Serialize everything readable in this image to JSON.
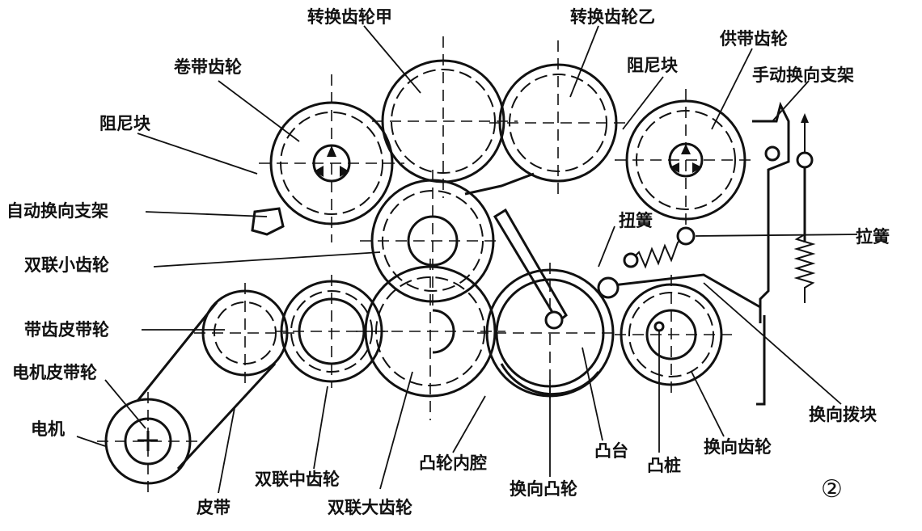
{
  "labels": {
    "gear_a": "转换齿轮甲",
    "gear_b": "转换齿轮乙",
    "takeup_gear": "卷带齿轮",
    "damper_left": "阻尼块",
    "damper_right": "阻尼块",
    "supply_gear": "供带齿轮",
    "manual_bracket": "手动换向支架",
    "auto_bracket": "自动换向支架",
    "torsion_spring": "扭簧",
    "tension_spring": "拉簧",
    "double_small": "双联小齿轮",
    "toothed_pulley": "带齿皮带轮",
    "motor_pulley": "电机皮带轮",
    "motor": "电机",
    "belt": "皮带",
    "double_mid": "双联中齿轮",
    "double_big": "双联大齿轮",
    "cam_cavity": "凸轮内腔",
    "reverse_cam": "换向凸轮",
    "boss": "凸台",
    "pin": "凸桩",
    "reverse_gear": "换向齿轮",
    "reverse_lever": "换向拨块",
    "figure_number": "②"
  },
  "components": [
    {
      "id": "takeup-gear",
      "label": "卷带齿轮"
    },
    {
      "id": "gear-a",
      "label": "转换齿轮甲"
    },
    {
      "id": "gear-b",
      "label": "转换齿轮乙"
    },
    {
      "id": "supply-gear",
      "label": "供带齿轮"
    },
    {
      "id": "double-small-gear",
      "label": "双联小齿轮"
    },
    {
      "id": "toothed-pulley",
      "label": "带齿皮带轮"
    },
    {
      "id": "double-mid-gear",
      "label": "双联中齿轮"
    },
    {
      "id": "double-big-gear",
      "label": "双联大齿轮"
    },
    {
      "id": "reverse-cam",
      "label": "换向凸轮"
    },
    {
      "id": "reverse-gear",
      "label": "换向齿轮"
    },
    {
      "id": "motor-pulley",
      "label": "电机皮带轮"
    }
  ]
}
